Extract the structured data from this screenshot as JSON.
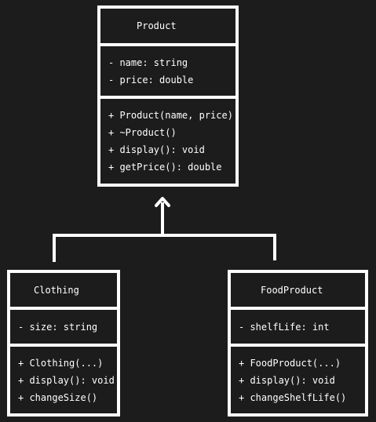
{
  "classes": {
    "product": {
      "name": "Product",
      "attributes": [
        "- name: string",
        "- price: double"
      ],
      "methods": [
        "+ Product(name, price)",
        "+ ~Product()",
        "+ display(): void",
        "+ getPrice(): double"
      ]
    },
    "clothing": {
      "name": "Clothing",
      "attributes": [
        "- size: string"
      ],
      "methods": [
        "+ Clothing(...)",
        "+ display(): void",
        "+ changeSize()"
      ]
    },
    "food": {
      "name": "FoodProduct",
      "attributes": [
        "- shelfLife: int"
      ],
      "methods": [
        "+ FoodProduct(...)",
        "+ display(): void",
        "+ changeShelfLife()"
      ]
    }
  },
  "relationships": [
    {
      "type": "inheritance",
      "from": "Clothing",
      "to": "Product"
    },
    {
      "type": "inheritance",
      "from": "FoodProduct",
      "to": "Product"
    }
  ],
  "colors": {
    "background": "#1c1c1c",
    "stroke": "#ffffff",
    "text": "#ffffff"
  }
}
